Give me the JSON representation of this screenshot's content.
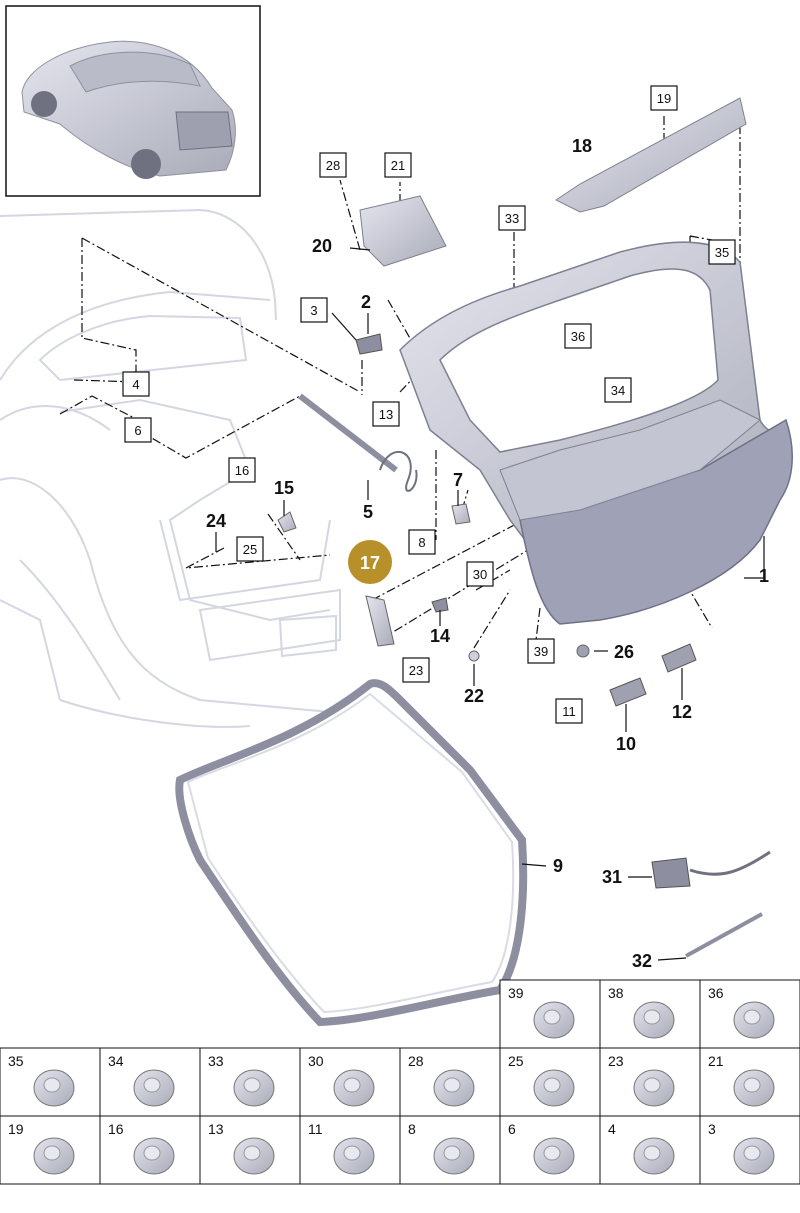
{
  "highlighted_part": "17",
  "colors": {
    "highlight": "#B8902A",
    "line": "#111111",
    "ghost": "#d9dbe6",
    "part": "#c9cad4"
  },
  "boxed_labels": [
    "28",
    "21",
    "19",
    "33",
    "35",
    "3",
    "36",
    "34",
    "4",
    "13",
    "6",
    "16",
    "25",
    "8",
    "30",
    "23",
    "39",
    "11"
  ],
  "bold_labels": [
    "18",
    "20",
    "2",
    "1",
    "7",
    "5",
    "15",
    "24",
    "14",
    "22",
    "26",
    "12",
    "10",
    "9",
    "31",
    "32"
  ],
  "fastener_table": {
    "row1": [
      "39",
      "38",
      "36"
    ],
    "row2": [
      "35",
      "34",
      "33",
      "30",
      "28",
      "25",
      "23",
      "21"
    ],
    "row3": [
      "19",
      "16",
      "13",
      "11",
      "8",
      "6",
      "4",
      "3"
    ]
  }
}
